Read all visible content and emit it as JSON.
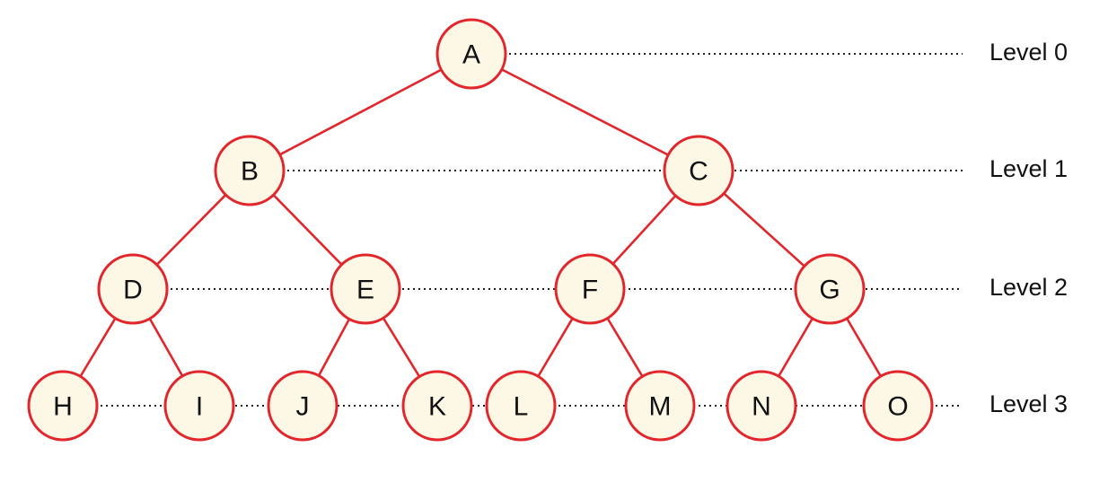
{
  "diagram": {
    "type": "binary-tree",
    "colors": {
      "edge": "#e3262b",
      "node_fill": "#fdf7e6",
      "node_border": "#e3262b",
      "guide_line": "#222222",
      "text": "#111111",
      "background": "#ffffff"
    },
    "levels": [
      {
        "label": "Level 0",
        "nodes": [
          "A"
        ]
      },
      {
        "label": "Level 1",
        "nodes": [
          "B",
          "C"
        ]
      },
      {
        "label": "Level 2",
        "nodes": [
          "D",
          "E",
          "F",
          "G"
        ]
      },
      {
        "label": "Level 3",
        "nodes": [
          "H",
          "I",
          "J",
          "K",
          "L",
          "M",
          "N",
          "O"
        ]
      }
    ],
    "edges": [
      [
        "A",
        "B"
      ],
      [
        "A",
        "C"
      ],
      [
        "B",
        "D"
      ],
      [
        "B",
        "E"
      ],
      [
        "C",
        "F"
      ],
      [
        "C",
        "G"
      ],
      [
        "D",
        "H"
      ],
      [
        "D",
        "I"
      ],
      [
        "E",
        "J"
      ],
      [
        "E",
        "K"
      ],
      [
        "F",
        "L"
      ],
      [
        "F",
        "M"
      ],
      [
        "G",
        "N"
      ],
      [
        "G",
        "O"
      ]
    ]
  }
}
